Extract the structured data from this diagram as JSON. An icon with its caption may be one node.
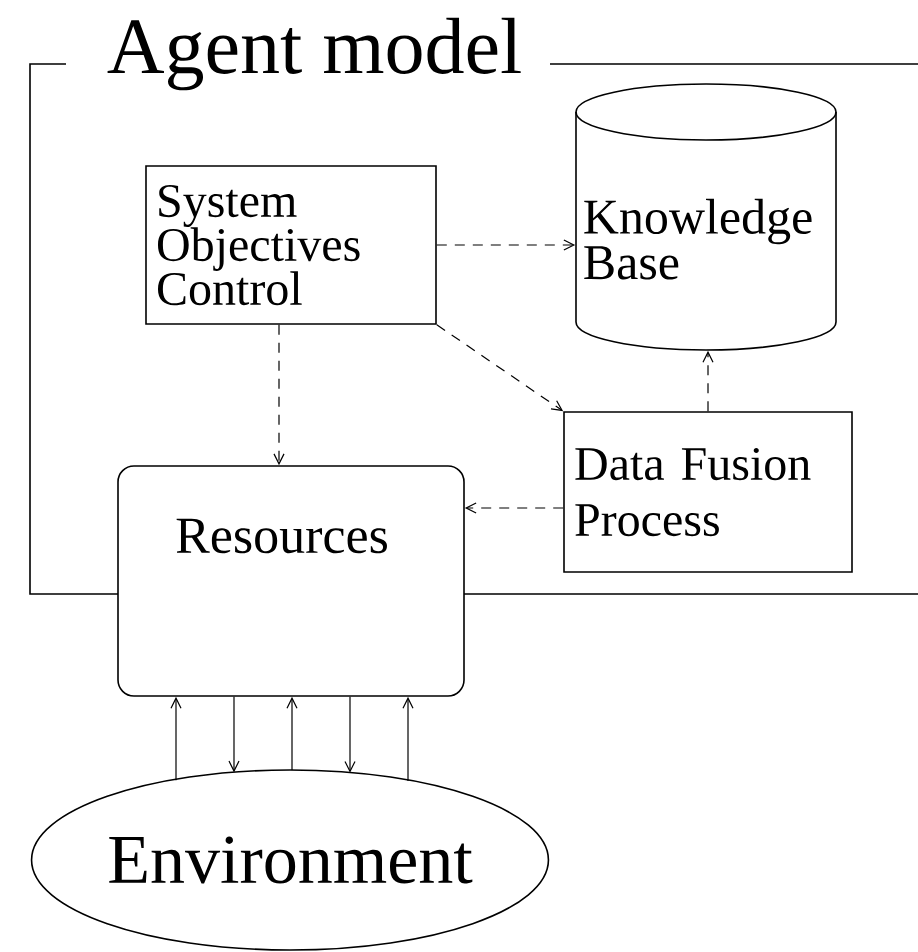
{
  "diagram": {
    "nodes": [
      {
        "text": [
          "Agent model"
        ]
      },
      {
        "text": [
          "System Objectives Control"
        ],
        "in": 0
      },
      {
        "text": [
          "Knowledge Base"
        ],
        "in": 0
      },
      {
        "text": [
          "Data Fusion Process"
        ],
        "in": 0
      },
      {
        "text": [
          "Resources"
        ]
      },
      {
        "text": [
          "Environment"
        ]
      }
    ],
    "edges": [
      {
        "from": 1,
        "to": 2,
        "arrow": "to",
        "style": "dashed"
      },
      {
        "from": 1,
        "to": 3,
        "arrow": "to",
        "style": "dashed"
      },
      {
        "from": 1,
        "to": 4,
        "arrow": "to",
        "style": "dashed"
      },
      {
        "from": 3,
        "to": 2,
        "arrow": "to",
        "style": "dashed"
      },
      {
        "from": 3,
        "to": 4,
        "arrow": "to",
        "style": "dashed"
      },
      {
        "from": 5,
        "to": 4,
        "arrow": "to"
      },
      {
        "from": 4,
        "to": 5,
        "arrow": "to"
      },
      {
        "from": 5,
        "to": 4,
        "arrow": "to"
      },
      {
        "from": 4,
        "to": 5,
        "arrow": "to"
      },
      {
        "from": 5,
        "to": 4,
        "arrow": "to"
      }
    ]
  }
}
